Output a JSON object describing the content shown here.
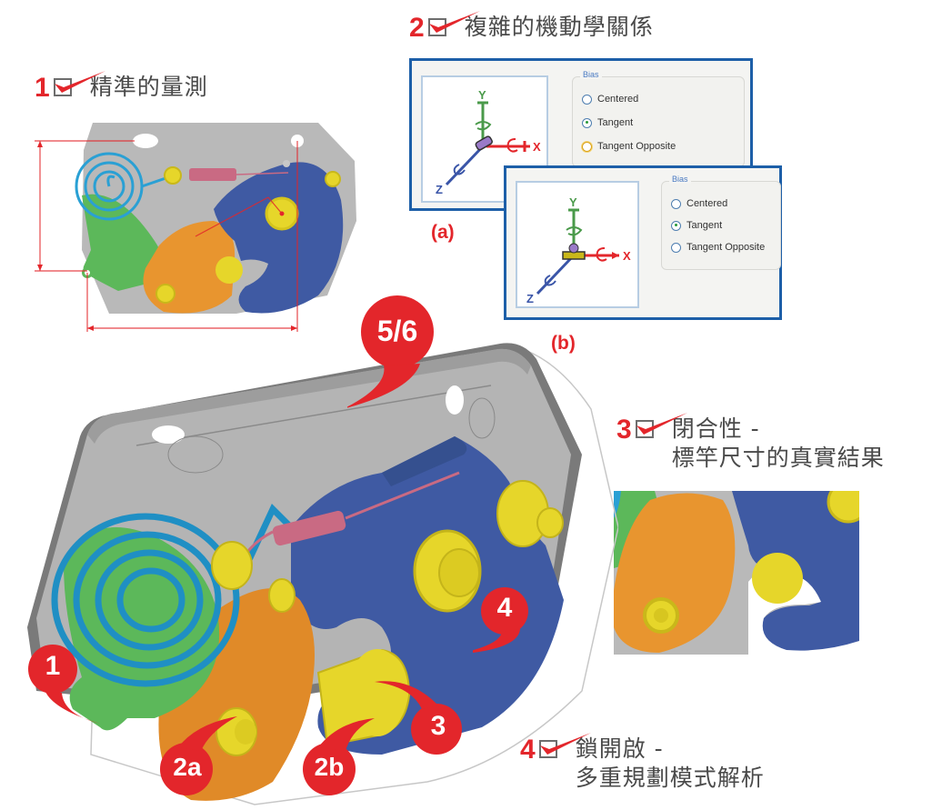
{
  "headings": [
    {
      "number": "1",
      "lines": [
        "精準的量測"
      ]
    },
    {
      "number": "2",
      "lines": [
        "複雜的機動學關係"
      ]
    },
    {
      "number": "3",
      "lines": [
        "閉合性 -",
        "標竿尺寸的真實結果"
      ]
    },
    {
      "number": "4",
      "lines": [
        "鎖開啟 -",
        "多重規劃模式解析"
      ]
    }
  ],
  "dialogs": [
    {
      "caption": "(a)",
      "group_label": "Bias",
      "axes": {
        "x": "X",
        "y": "Y",
        "z": "Z"
      },
      "options": [
        {
          "label": "Centered",
          "selected": false,
          "focused": false
        },
        {
          "label": "Tangent",
          "selected": true,
          "focused": false
        },
        {
          "label": "Tangent Opposite",
          "selected": false,
          "focused": true
        }
      ]
    },
    {
      "caption": "(b)",
      "group_label": "Bias",
      "axes": {
        "x": "X",
        "y": "Y",
        "z": "Z"
      },
      "options": [
        {
          "label": "Centered",
          "selected": false,
          "focused": false
        },
        {
          "label": "Tangent",
          "selected": true,
          "focused": false
        },
        {
          "label": "Tangent Opposite",
          "selected": false,
          "focused": false
        }
      ]
    }
  ],
  "callouts": [
    "5/6",
    "4",
    "1",
    "3",
    "2a",
    "2b"
  ],
  "colors": {
    "accent_red": "#e3262b",
    "dialog_border": "#1d5fa8",
    "plate_gray": "#b9b9b9",
    "spring_blue": "#2aa0d4",
    "lever_green": "#5cb85a",
    "cam_orange": "#e8952f",
    "latch_blue": "#3f5aa3",
    "pin_yellow": "#e6d62a",
    "tension_spring_pink": "#c96a83"
  }
}
